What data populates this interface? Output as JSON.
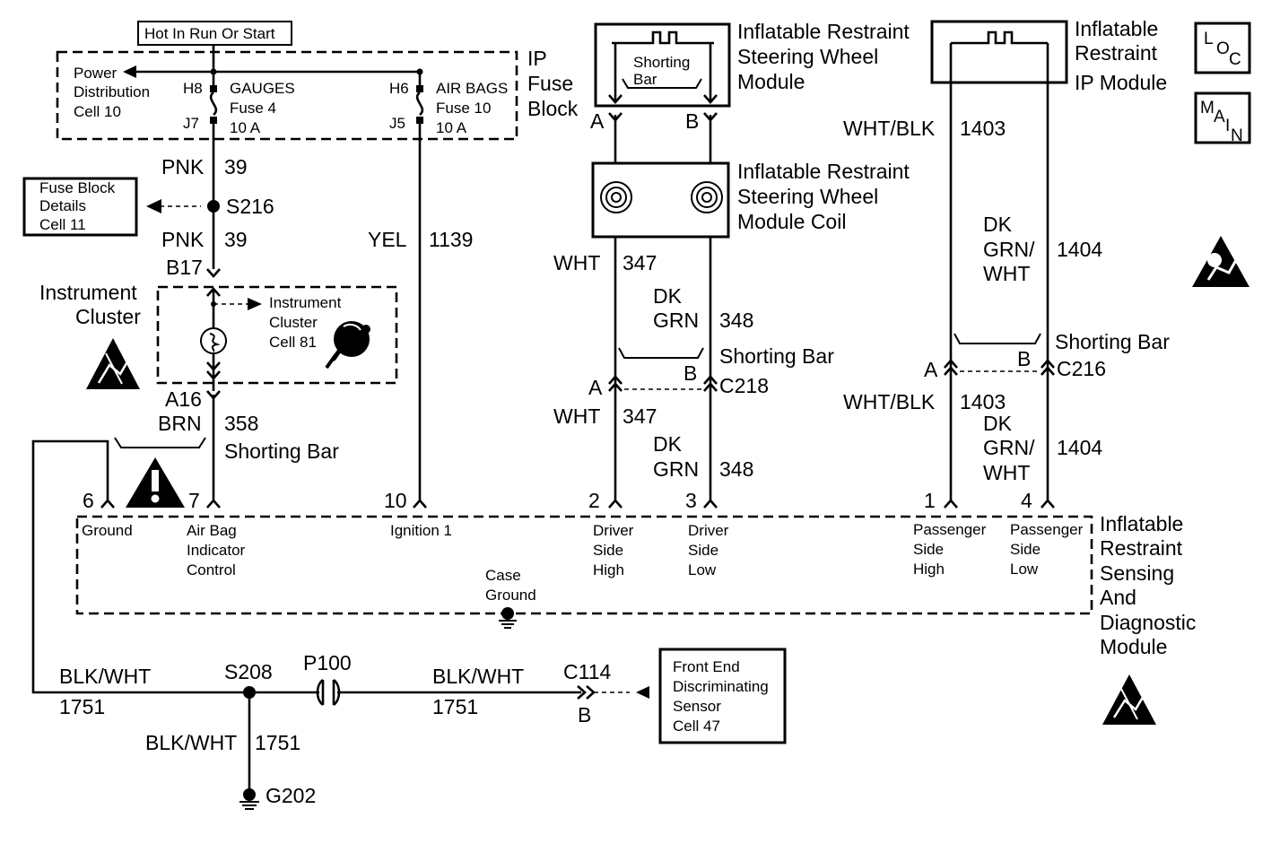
{
  "power": {
    "hot_label": "Hot In Run Or Start",
    "ip_fuse_block": [
      "IP",
      "Fuse",
      "Block"
    ],
    "pdc": [
      "Power",
      "Distribution",
      "Cell 10"
    ],
    "gauges": {
      "top_pin": "H8",
      "bottom_pin": "J7",
      "lines": [
        "GAUGES",
        "Fuse 4",
        "10 A"
      ]
    },
    "airbags": {
      "top_pin": "H6",
      "bottom_pin": "J5",
      "lines": [
        "AIR BAGS",
        "Fuse 10",
        "10 A"
      ]
    }
  },
  "left_circuit": {
    "wire1": {
      "color": "PNK",
      "num": "39"
    },
    "splice": "S216",
    "fuse_block_details": [
      "Fuse Block",
      "Details",
      "Cell 11"
    ],
    "wire2": {
      "color": "PNK",
      "num": "39"
    },
    "pin_b17": "B17",
    "instrument_cluster": [
      "Instrument",
      "Cluster"
    ],
    "cluster_ref": [
      "Instrument",
      "Cluster",
      "Cell 81"
    ],
    "pin_a16": "A16",
    "wire3": {
      "color": "BRN",
      "num": "358"
    },
    "shorting_bar": "Shorting Bar"
  },
  "ignition_wire": {
    "color": "YEL",
    "num": "1139"
  },
  "driver": {
    "module": [
      "Inflatable Restraint",
      "Steering Wheel",
      "Module"
    ],
    "shorting_bar_label": [
      "Shorting",
      "Bar"
    ],
    "pin_a": "A",
    "pin_b": "B",
    "coil": [
      "Inflatable Restraint",
      "Steering Wheel",
      "Module Coil"
    ],
    "wire_high": {
      "color": "WHT",
      "num": "347"
    },
    "wire_low": {
      "color_lines": [
        "DK",
        "GRN"
      ],
      "num": "348"
    },
    "shorting_bar": "Shorting Bar",
    "conn_a": "A",
    "conn_b": "B",
    "connector": "C218",
    "wire_high2": {
      "color": "WHT",
      "num": "347"
    },
    "wire_low2": {
      "color_lines": [
        "DK",
        "GRN"
      ],
      "num": "348"
    }
  },
  "passenger": {
    "module": [
      "Inflatable",
      "Restraint",
      "IP Module"
    ],
    "wire_high": {
      "color": "WHT/BLK",
      "num": "1403"
    },
    "wire_low": {
      "color_lines": [
        "DK",
        "GRN/",
        "WHT"
      ],
      "num": "1404"
    },
    "shorting_bar": "Shorting Bar",
    "conn_a": "A",
    "conn_b": "B",
    "connector": "C216",
    "wire_high2": {
      "color": "WHT/BLK",
      "num": "1403"
    },
    "wire_low2": {
      "color_lines": [
        "DK",
        "GRN/",
        "WHT"
      ],
      "num": "1404"
    }
  },
  "sdm": {
    "title": [
      "Inflatable",
      "Restraint",
      "Sensing",
      "And",
      "Diagnostic",
      "Module"
    ],
    "pins": [
      {
        "num": "6",
        "label": [
          "Ground"
        ]
      },
      {
        "num": "7",
        "label": [
          "Air Bag",
          "Indicator",
          "Control"
        ]
      },
      {
        "num": "10",
        "label": [
          "Ignition 1"
        ]
      },
      {
        "num": "2",
        "label": [
          "Driver",
          "Side",
          "High"
        ]
      },
      {
        "num": "3",
        "label": [
          "Driver",
          "Side",
          "Low"
        ]
      },
      {
        "num": "1",
        "label": [
          "Passenger",
          "Side",
          "High"
        ]
      },
      {
        "num": "4",
        "label": [
          "Passenger",
          "Side",
          "Low"
        ]
      }
    ],
    "case_ground": [
      "Case",
      "Ground"
    ]
  },
  "ground_circuit": {
    "wire_left": {
      "color": "BLK/WHT",
      "num": "1751"
    },
    "splice": "S208",
    "passthrough": "P100",
    "wire_right": {
      "color": "BLK/WHT",
      "num": "1751"
    },
    "connector": "C114",
    "connector_pin": "B",
    "front_sensor": [
      "Front End",
      "Discriminating",
      "Sensor",
      "Cell 47"
    ],
    "wire_down": {
      "color": "BLK/WHT",
      "num": "1751"
    },
    "ground": "G202"
  },
  "badges": {
    "loc": [
      "L",
      "O",
      "C"
    ],
    "main": [
      "M",
      "A",
      "I",
      "N"
    ]
  },
  "icons": [
    "esd-warning-icon",
    "airbag-icon",
    "warning-triangle-icon",
    "ground-icon"
  ]
}
